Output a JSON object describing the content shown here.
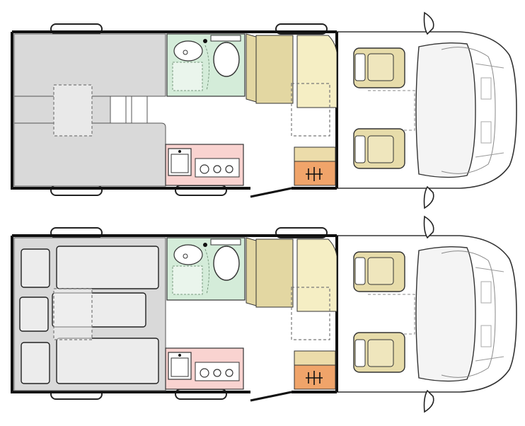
{
  "figure": {
    "description_title": "",
    "views": [
      {
        "id": "day",
        "name": ""
      },
      {
        "id": "night",
        "name": ""
      }
    ]
  },
  "rooms": {
    "rear_lounge": "lounge",
    "bathroom": "bathroom",
    "kitchen": "kitchen",
    "cabinet": "cabinet",
    "front_seats": "seats",
    "cab": "cab"
  },
  "colors": {
    "wall": "#111111",
    "lounge": "#d9d9d9",
    "bathroom": "#d4ecd9",
    "kitchen": "#f9d3d0",
    "cabinet_dark": "#e3d7a2",
    "cabinet_light": "#f5eec4",
    "seat": "#e7dcaa",
    "heater": "#f0a46a",
    "heater_top": "#ecdcaa",
    "cab_outline": "#333333"
  },
  "icons": [
    "sink-icon",
    "toilet-icon",
    "shower-icon",
    "stove-icon",
    "heater-icon",
    "mirror-icon",
    "wheel-icon"
  ]
}
